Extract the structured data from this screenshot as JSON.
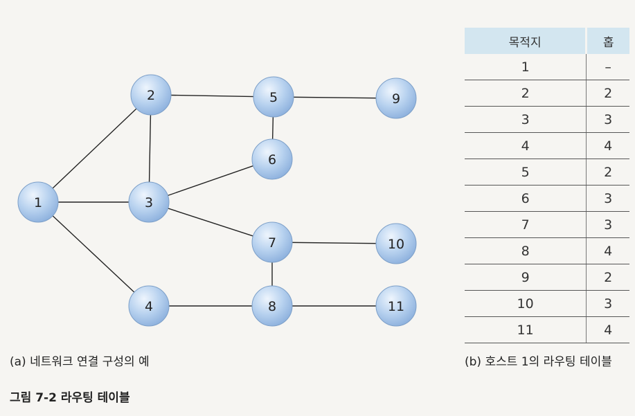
{
  "diagram": {
    "nodes": [
      {
        "id": "1",
        "label": "1"
      },
      {
        "id": "2",
        "label": "2"
      },
      {
        "id": "3",
        "label": "3"
      },
      {
        "id": "4",
        "label": "4"
      },
      {
        "id": "5",
        "label": "5"
      },
      {
        "id": "6",
        "label": "6"
      },
      {
        "id": "7",
        "label": "7"
      },
      {
        "id": "8",
        "label": "8"
      },
      {
        "id": "9",
        "label": "9"
      },
      {
        "id": "10",
        "label": "10"
      },
      {
        "id": "11",
        "label": "11"
      }
    ],
    "edges": [
      [
        "1",
        "2"
      ],
      [
        "1",
        "3"
      ],
      [
        "1",
        "4"
      ],
      [
        "2",
        "3"
      ],
      [
        "2",
        "5"
      ],
      [
        "5",
        "9"
      ],
      [
        "5",
        "6"
      ],
      [
        "3",
        "6"
      ],
      [
        "3",
        "7"
      ],
      [
        "7",
        "10"
      ],
      [
        "7",
        "8"
      ],
      [
        "4",
        "8"
      ],
      [
        "8",
        "11"
      ]
    ],
    "colors": {
      "node_fill": "#a9c8ec",
      "node_stroke": "#7c9fc8",
      "edge": "#222222"
    }
  },
  "captions": {
    "a": "(a) 네트워크 연결 구성의 예",
    "b": "(b) 호스트 1의 라우팅 테이블",
    "figure": "그림 7-2  라우팅 테이블"
  },
  "routing_table": {
    "headers": [
      "목적지",
      "홉"
    ],
    "rows": [
      [
        "1",
        "–"
      ],
      [
        "2",
        "2"
      ],
      [
        "3",
        "3"
      ],
      [
        "4",
        "4"
      ],
      [
        "5",
        "2"
      ],
      [
        "6",
        "3"
      ],
      [
        "7",
        "3"
      ],
      [
        "8",
        "4"
      ],
      [
        "9",
        "2"
      ],
      [
        "10",
        "3"
      ],
      [
        "11",
        "4"
      ]
    ],
    "header_color": "#d3e6f0"
  }
}
